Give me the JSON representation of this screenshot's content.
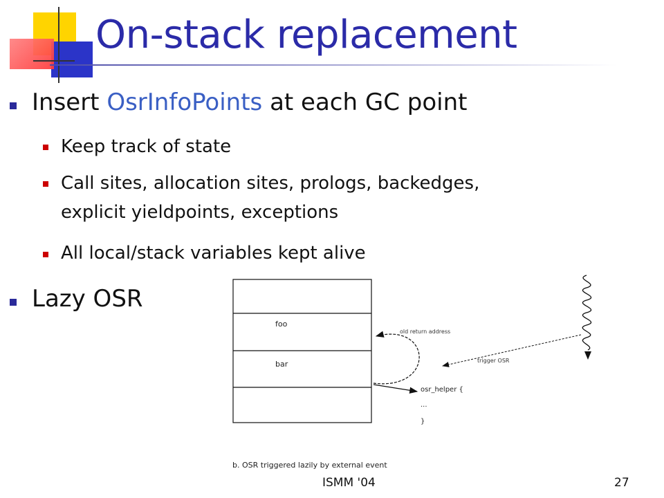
{
  "title": "On-stack replacement",
  "bullets": [
    {
      "before": "Insert ",
      "highlight": "OsrInfoPoints",
      "after": " at each GC point",
      "sub": [
        "Keep track of state",
        "Call sites, allocation sites, prologs, backedges,",
        "explicit yieldpoints, exceptions",
        "All local/stack variables kept alive"
      ]
    },
    {
      "text": "Lazy OSR"
    }
  ],
  "diagram": {
    "frames": [
      "foo",
      "bar"
    ],
    "labels": {
      "old_return": "old return address",
      "trigger": "trigger OSR",
      "helper_open": "osr_helper {",
      "helper_body": "...",
      "helper_close": "}"
    },
    "caption": "b. OSR triggered lazily by external event"
  },
  "footer": {
    "venue": "ISMM '04",
    "page": "27"
  },
  "colors": {
    "title": "#2b2ba8",
    "accent": "#3a5fc4",
    "bullet_l1": "#2a2a9a",
    "bullet_l2": "#cc0000"
  }
}
